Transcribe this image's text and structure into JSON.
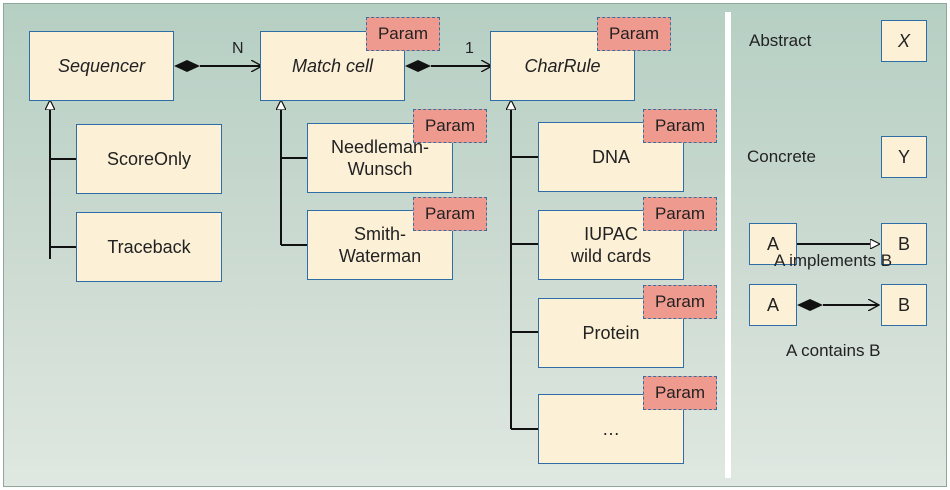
{
  "classes": {
    "sequencer": "Sequencer",
    "match_cell": "Match cell",
    "char_rule": "CharRule",
    "score_only": "ScoreOnly",
    "traceback": "Traceback",
    "needleman_wunsch": "Needleman-\nWunsch",
    "smith_waterman": "Smith-\nWaterman",
    "dna": "DNA",
    "iupac": "IUPAC\nwild cards",
    "protein": "Protein",
    "ellipsis": "…"
  },
  "param_label": "Param",
  "multiplicity": {
    "sequencer_to_match": "N",
    "match_to_charrule": "1"
  },
  "legend": {
    "abstract_label": "Abstract",
    "abstract_example": "X",
    "concrete_label": "Concrete",
    "concrete_example": "Y",
    "box_a": "A",
    "box_b": "B",
    "implements_caption": "A implements B",
    "contains_caption": "A contains B"
  },
  "colors": {
    "panel_bg": "#c4d6cb",
    "box_fill": "#fcf0d7",
    "box_border": "#2e6ea6",
    "param_fill": "#ef9a8e",
    "line": "#111111"
  }
}
